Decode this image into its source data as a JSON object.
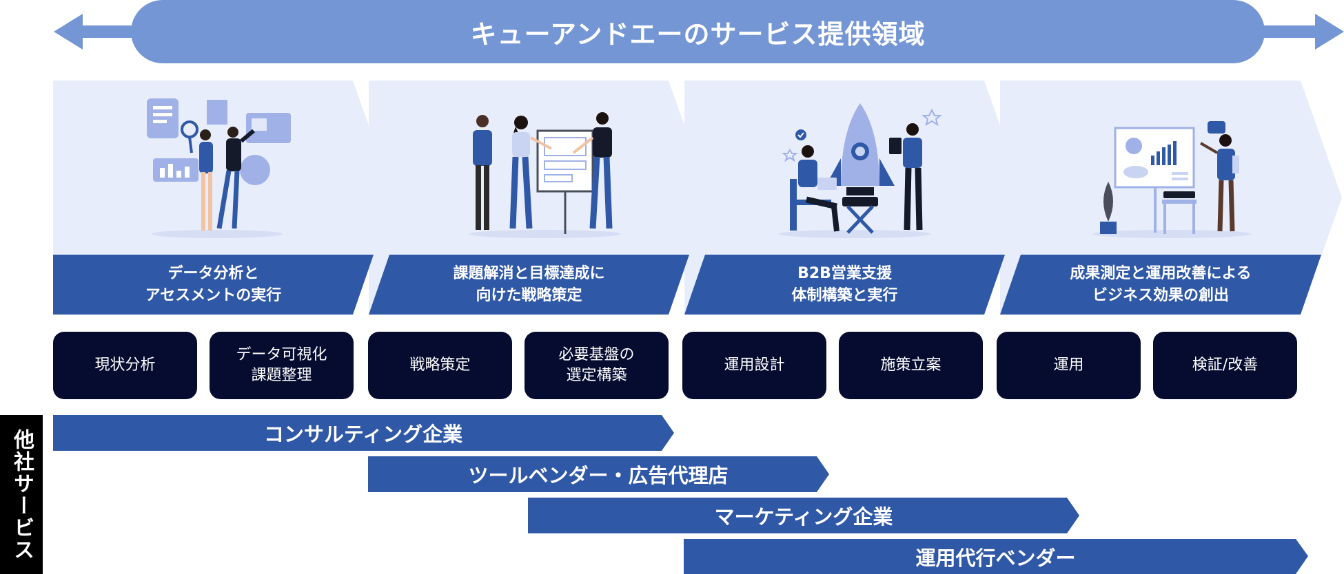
{
  "banner": {
    "title": "キューアンドエーのサービス提供領域"
  },
  "stages": [
    {
      "line1": "データ分析と",
      "line2": "アセスメントの実行",
      "illustration": "data-analysis-illustration"
    },
    {
      "line1": "課題解消と目標達成に",
      "line2": "向けた戦略策定",
      "illustration": "strategy-meeting-illustration"
    },
    {
      "line1": "B2B営業支援",
      "line2": "体制構築と実行",
      "illustration": "rocket-launch-illustration"
    },
    {
      "line1": "成果測定と運用改善による",
      "line2": "ビジネス効果の創出",
      "illustration": "presentation-illustration"
    }
  ],
  "services": [
    {
      "line1": "現状分析",
      "line2": ""
    },
    {
      "line1": "データ可視化",
      "line2": "課題整理"
    },
    {
      "line1": "戦略策定",
      "line2": ""
    },
    {
      "line1": "必要基盤の",
      "line2": "選定構築"
    },
    {
      "line1": "運用設計",
      "line2": ""
    },
    {
      "line1": "施策立案",
      "line2": ""
    },
    {
      "line1": "運用",
      "line2": ""
    },
    {
      "line1": "検証/改善",
      "line2": ""
    }
  ],
  "others": {
    "label": "他社サービス",
    "bars": [
      {
        "label": "コンサルティング企業"
      },
      {
        "label": "ツールベンダー・広告代理店"
      },
      {
        "label": "マーケティング企業"
      },
      {
        "label": "運用代行ベンダー"
      }
    ]
  },
  "colors": {
    "banner": "#7496d4",
    "stage_bg": "#e8edfb",
    "stage_band": "#2f58a6",
    "service_box": "#050c30",
    "bar": "#2f58a6",
    "side_label_bg": "#000000"
  }
}
